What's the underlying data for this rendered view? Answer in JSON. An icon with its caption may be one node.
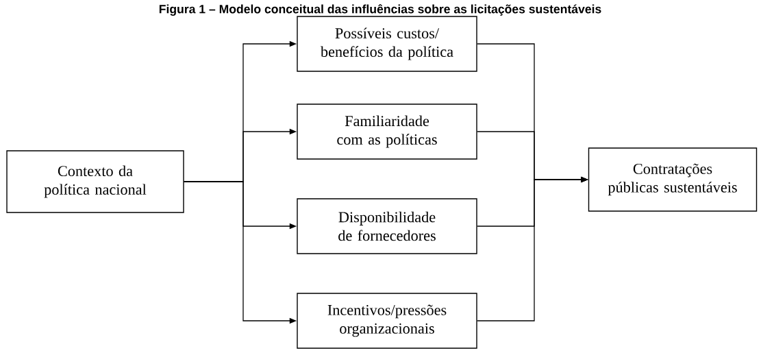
{
  "diagram": {
    "title": "Figura 1 – Modelo conceitual das influências sobre as licitações sustentáveis",
    "nodes": [
      {
        "text": [
          "Contexto da política nacional"
        ]
      },
      {
        "text": [
          "Possíveis custos/ benefícios da política"
        ]
      },
      {
        "text": [
          "Familiaridade com as políticas"
        ]
      },
      {
        "text": [
          "Disponibilidade de fornecedores"
        ]
      },
      {
        "text": [
          "Incentivos/pressões organizacionais"
        ]
      },
      {
        "text": [
          "Contratações públicas sustentáveis"
        ]
      }
    ],
    "edges": [
      {
        "from": 0,
        "to": 1,
        "arrow": "to"
      },
      {
        "from": 0,
        "to": 2,
        "arrow": "to"
      },
      {
        "from": 0,
        "to": 3,
        "arrow": "to"
      },
      {
        "from": 0,
        "to": 4,
        "arrow": "to"
      },
      {
        "from": 1,
        "to": 5,
        "arrow": "to"
      },
      {
        "from": 2,
        "to": 5,
        "arrow": "to"
      },
      {
        "from": 3,
        "to": 5,
        "arrow": "to"
      },
      {
        "from": 4,
        "to": 5,
        "arrow": "to"
      }
    ]
  }
}
